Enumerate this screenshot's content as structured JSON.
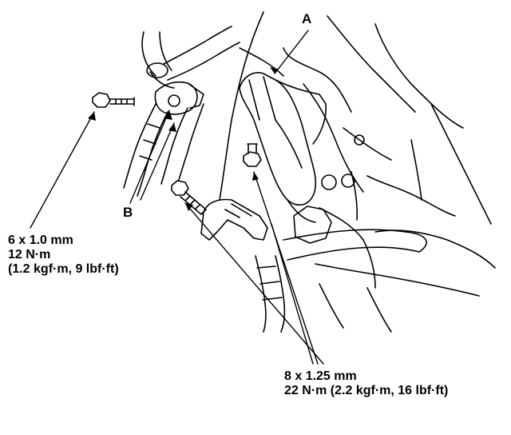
{
  "diagram": {
    "callouts": {
      "part_a": "A",
      "part_b": "B"
    },
    "torque_specs": [
      {
        "size": "6 x 1.0 mm",
        "torque": "12 N·m",
        "alt": "(1.2 kgf·m, 9 lbf·ft)"
      },
      {
        "size": "8 x 1.25 mm",
        "torque": "22 N·m (2.2 kgf·m, 16 lbf·ft)"
      }
    ],
    "colors": {
      "ink": "#000000",
      "paper": "#ffffff"
    }
  }
}
